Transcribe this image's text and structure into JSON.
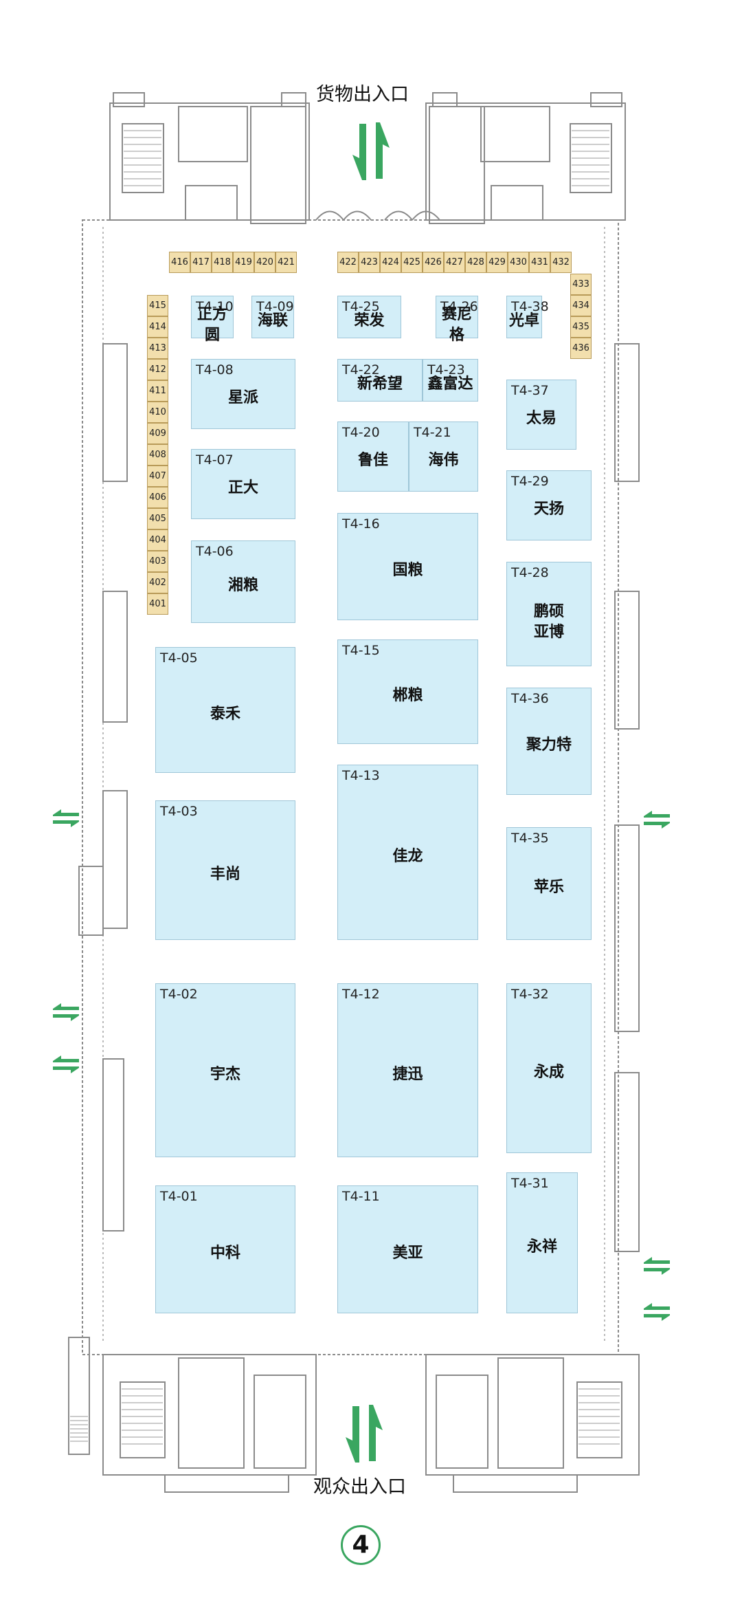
{
  "map": {
    "top_gate_label": "货物出入口",
    "bottom_gate_label": "观众出入口",
    "hall_number": "4",
    "colors": {
      "booth_fill": "#d3eef8",
      "small_booth_fill": "#f2dfad",
      "arrow_green": "#3aa660"
    }
  },
  "booths": [
    {
      "code": "T4-10",
      "name": "正方圆"
    },
    {
      "code": "T4-09",
      "name": "海联"
    },
    {
      "code": "T4-25",
      "name": "荣发"
    },
    {
      "code": "T4-26",
      "name": "赛尼格"
    },
    {
      "code": "T4-38",
      "name": "光卓"
    },
    {
      "code": "T4-08",
      "name": "星派"
    },
    {
      "code": "T4-22",
      "name": "新希望"
    },
    {
      "code": "T4-23",
      "name": "鑫富达"
    },
    {
      "code": "T4-37",
      "name": "太易"
    },
    {
      "code": "T4-20",
      "name": "鲁佳"
    },
    {
      "code": "T4-21",
      "name": "海伟"
    },
    {
      "code": "T4-07",
      "name": "正大"
    },
    {
      "code": "T4-29",
      "name": "天扬"
    },
    {
      "code": "T4-06",
      "name": "湘粮"
    },
    {
      "code": "T4-16",
      "name": "国粮"
    },
    {
      "code": "T4-28",
      "name": "鹏硕\n亚博"
    },
    {
      "code": "T4-05",
      "name": "泰禾"
    },
    {
      "code": "T4-15",
      "name": "郴粮"
    },
    {
      "code": "T4-36",
      "name": "聚力特"
    },
    {
      "code": "T4-13",
      "name": "佳龙"
    },
    {
      "code": "T4-03",
      "name": "丰尚"
    },
    {
      "code": "T4-35",
      "name": "苹乐"
    },
    {
      "code": "T4-02",
      "name": "宇杰"
    },
    {
      "code": "T4-12",
      "name": "捷迅"
    },
    {
      "code": "T4-32",
      "name": "永成"
    },
    {
      "code": "T4-31",
      "name": "永祥"
    },
    {
      "code": "T4-01",
      "name": "中科"
    },
    {
      "code": "T4-11",
      "name": "美亚"
    }
  ],
  "small_booths_top": [
    "416",
    "417",
    "418",
    "419",
    "420",
    "421",
    "422",
    "423",
    "424",
    "425",
    "426",
    "427",
    "428",
    "429",
    "430",
    "431",
    "432"
  ],
  "small_booths_left": [
    "415",
    "414",
    "413",
    "412",
    "411",
    "410",
    "409",
    "408",
    "407",
    "406",
    "405",
    "404",
    "403",
    "402",
    "401"
  ],
  "small_booths_right": [
    "433",
    "434",
    "435",
    "436"
  ]
}
